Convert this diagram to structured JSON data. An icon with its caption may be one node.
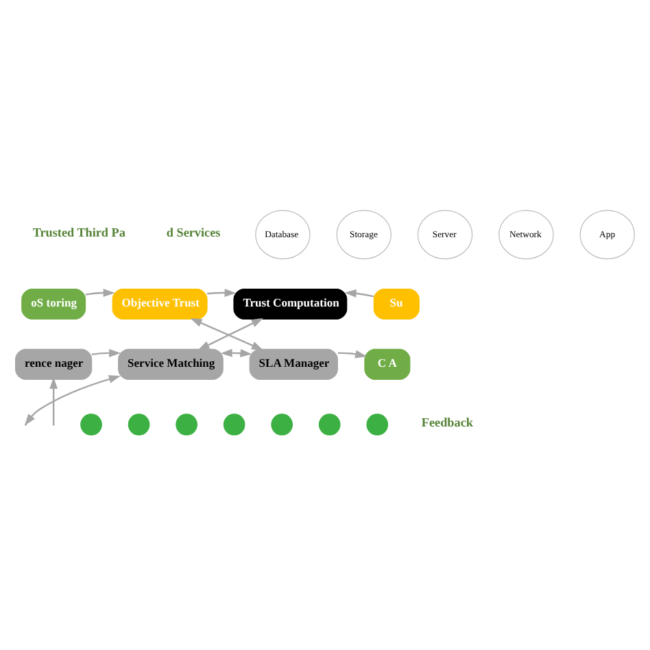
{
  "diagram": {
    "nodes": [
      {
        "text": [
          "Database"
        ]
      },
      {
        "text": [
          "Storage"
        ]
      },
      {
        "text": [
          "Server"
        ]
      },
      {
        "text": [
          "Network"
        ]
      },
      {
        "text": [
          "App"
        ]
      },
      {
        "text": [
          "oS toring"
        ]
      },
      {
        "text": [
          "Objective Trust"
        ]
      },
      {
        "text": [
          "Trust Computation"
        ]
      },
      {
        "text": [
          "Su"
        ]
      },
      {
        "text": [
          "rence nager"
        ]
      },
      {
        "text": [
          "Service Matching"
        ]
      },
      {
        "text": [
          "SLA Manager"
        ]
      },
      {
        "text": [
          "C A"
        ]
      },
      {
        "text": [],
        "shape": "person"
      },
      {
        "text": [],
        "shape": "person"
      },
      {
        "text": [],
        "shape": "person"
      },
      {
        "text": [],
        "shape": "person"
      },
      {
        "text": [],
        "shape": "person"
      },
      {
        "text": [],
        "shape": "person"
      },
      {
        "text": [],
        "shape": "person"
      }
    ],
    "edges": [
      {
        "from": 5,
        "to": 6,
        "arrow": "to"
      },
      {
        "from": 6,
        "to": 7,
        "arrow": "to"
      },
      {
        "from": 8,
        "to": 7,
        "arrow": "to"
      },
      {
        "from": 10,
        "to": 7,
        "arrow": "both"
      },
      {
        "from": 6,
        "to": 11,
        "arrow": "both"
      },
      {
        "from": 9,
        "to": 10,
        "arrow": "to"
      },
      {
        "from": 10,
        "to": 11,
        "arrow": "both"
      },
      {
        "from": 11,
        "to": 12,
        "arrow": "to"
      },
      {
        "from": null,
        "to": 9,
        "arrow": "to"
      },
      {
        "from": null,
        "to": 10,
        "arrow": "both"
      }
    ],
    "labels": [
      "d Services",
      "Trusted Third Pa",
      "Feedback"
    ]
  }
}
